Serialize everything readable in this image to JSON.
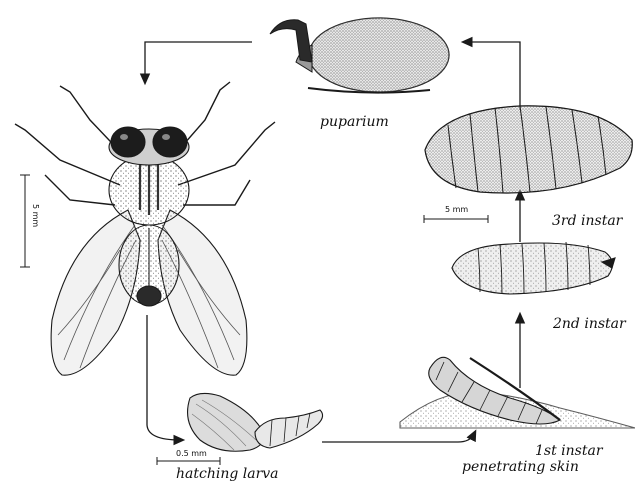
{
  "labels": {
    "puparium": "puparium",
    "third_instar": "3rd instar",
    "second_instar": "2nd instar",
    "first_instar": "1st instar",
    "penetrating_skin": "penetrating skin",
    "hatching_larva": "hatching larva"
  },
  "scales": {
    "fly": "5 mm",
    "third_instar": "5 mm",
    "egg": "0.5 mm"
  },
  "colors": {
    "ink": "#1a1a1a",
    "wing_fill": "#f2f2f2",
    "body_fill": "#d9d9d9",
    "stipple": "#555555"
  }
}
